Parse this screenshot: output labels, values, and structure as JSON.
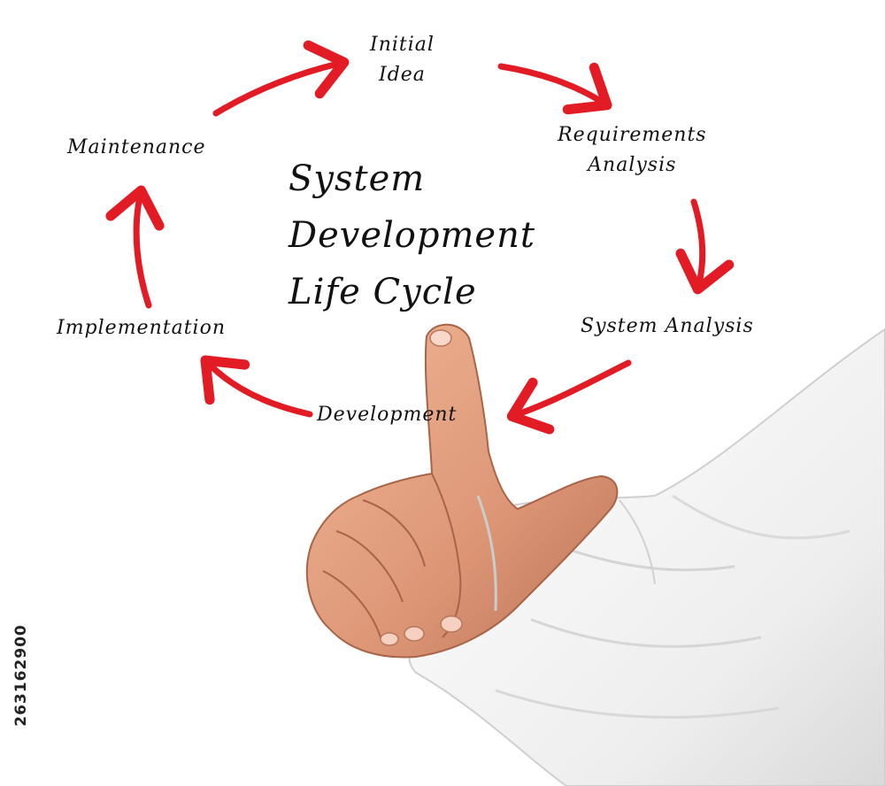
{
  "diagram": {
    "title_lines": [
      "System",
      "Development",
      "Life Cycle"
    ],
    "steps": [
      {
        "lines": [
          "Initial",
          "Idea"
        ]
      },
      {
        "lines": [
          "Requirements",
          "Analysis"
        ]
      },
      {
        "lines": [
          "System Analysis"
        ]
      },
      {
        "lines": [
          "Development"
        ]
      },
      {
        "lines": [
          "Implementation"
        ]
      },
      {
        "lines": [
          "Maintenance"
        ]
      }
    ],
    "arrow_color": "#e21b24",
    "text_color": "#111111"
  },
  "stock_id": "263162900",
  "background_color": "#ffffff"
}
